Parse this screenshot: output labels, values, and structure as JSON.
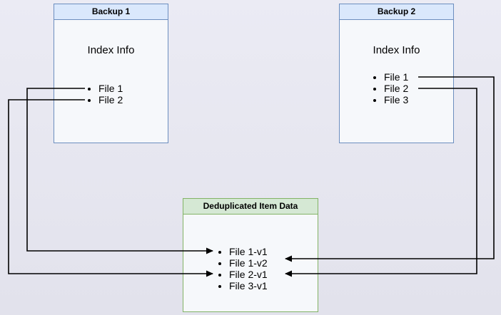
{
  "diagram": {
    "backup1": {
      "title": "Backup 1",
      "subtitle": "Index Info",
      "files": [
        "File 1",
        "File 2"
      ]
    },
    "backup2": {
      "title": "Backup 2",
      "subtitle": "Index Info",
      "files": [
        "File 1",
        "File 2",
        "File 3"
      ]
    },
    "dedup": {
      "title": "Deduplicated Item Data",
      "files": [
        "File 1-v1",
        "File 1-v2",
        "File 2-v1",
        "File 3-v1"
      ]
    },
    "connections": [
      {
        "from": "Backup 1 / File 1",
        "to": "File 1-v1"
      },
      {
        "from": "Backup 1 / File 2",
        "to": "File 2-v1"
      },
      {
        "from": "Backup 2 / File 1",
        "to": "File 1-v2"
      },
      {
        "from": "Backup 2 / File 2",
        "to": "File 2-v1"
      }
    ],
    "colors": {
      "background": "#e9e9f1",
      "backup_border": "#6c8ebf",
      "backup_header_bg": "#dae8fc",
      "dedup_border": "#82b366",
      "dedup_header_bg": "#d5e8d4",
      "box_body_bg": "#f6f8fb",
      "arrow": "#000000"
    }
  }
}
